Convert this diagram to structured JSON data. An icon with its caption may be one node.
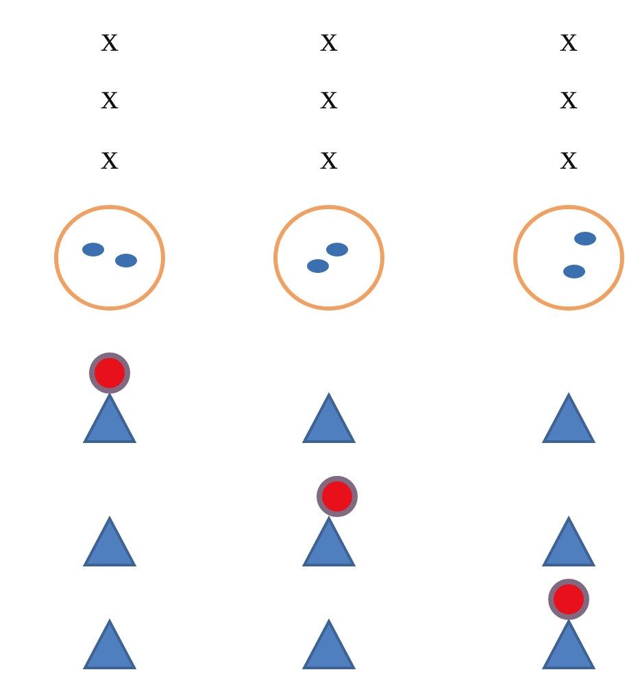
{
  "diagram": {
    "labels": [
      "x",
      "x",
      "x",
      "x",
      "x",
      "x",
      "x",
      "x",
      "x"
    ]
  }
}
